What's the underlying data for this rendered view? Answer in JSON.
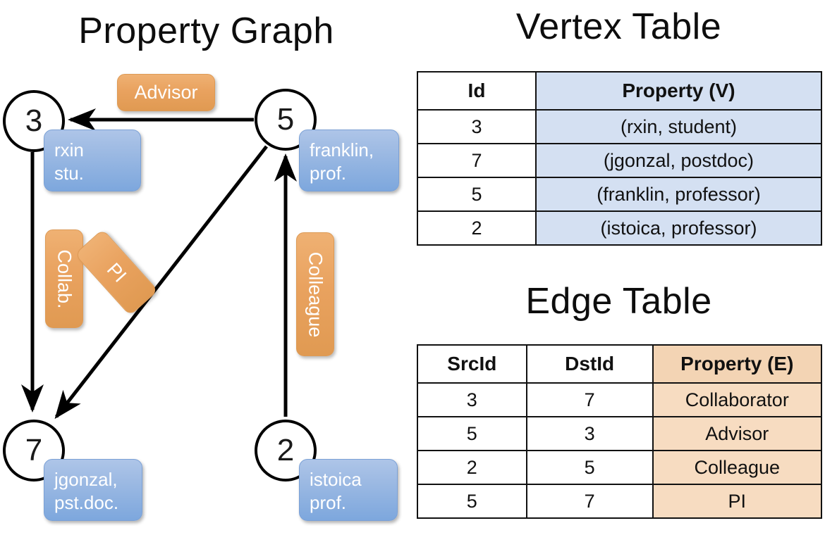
{
  "titles": {
    "property_graph": "Property Graph",
    "vertex_table": "Vertex Table",
    "edge_table": "Edge Table"
  },
  "colors": {
    "vertex_property_fill": "#d4e0f2",
    "edge_property_fill": "#f7dcc1",
    "node_callout_blue": "#9dbae3",
    "edge_label_orange": "#e9a25f",
    "stroke": "#111111",
    "background": "#ffffff"
  },
  "graph": {
    "nodes": [
      {
        "id": "3",
        "property_label": "rxin\nstu.",
        "line1": "rxin",
        "line2": "stu."
      },
      {
        "id": "5",
        "property_label": "franklin,\nprof.",
        "line1": "franklin,",
        "line2": "prof."
      },
      {
        "id": "7",
        "property_label": "jgonzal,\npst.doc.",
        "line1": "jgonzal,",
        "line2": "pst.doc."
      },
      {
        "id": "2",
        "property_label": "istoica\nprof.",
        "line1": "istoica",
        "line2": "prof."
      }
    ],
    "edge_labels": [
      {
        "name": "advisor",
        "text": "Advisor",
        "orientation": "horizontal"
      },
      {
        "name": "collab",
        "text": "Collab.",
        "orientation": "vertical"
      },
      {
        "name": "pi",
        "text": "PI",
        "orientation": "diagonal"
      },
      {
        "name": "colleague",
        "text": "Colleague",
        "orientation": "vertical"
      }
    ],
    "edges": [
      {
        "src": "3",
        "dst": "7",
        "label": "Collab."
      },
      {
        "src": "5",
        "dst": "3",
        "label": "Advisor"
      },
      {
        "src": "2",
        "dst": "5",
        "label": "Colleague"
      },
      {
        "src": "5",
        "dst": "7",
        "label": "PI"
      }
    ]
  },
  "vertex_table": {
    "headers": [
      "Id",
      "Property (V)"
    ],
    "rows": [
      {
        "id": "3",
        "property": "(rxin, student)"
      },
      {
        "id": "7",
        "property": "(jgonzal, postdoc)"
      },
      {
        "id": "5",
        "property": "(franklin, professor)"
      },
      {
        "id": "2",
        "property": "(istoica, professor)"
      }
    ]
  },
  "edge_table": {
    "headers": [
      "SrcId",
      "DstId",
      "Property (E)"
    ],
    "rows": [
      {
        "src": "3",
        "dst": "7",
        "property": "Collaborator"
      },
      {
        "src": "5",
        "dst": "3",
        "property": "Advisor"
      },
      {
        "src": "2",
        "dst": "5",
        "property": "Colleague"
      },
      {
        "src": "5",
        "dst": "7",
        "property": "PI"
      }
    ]
  }
}
